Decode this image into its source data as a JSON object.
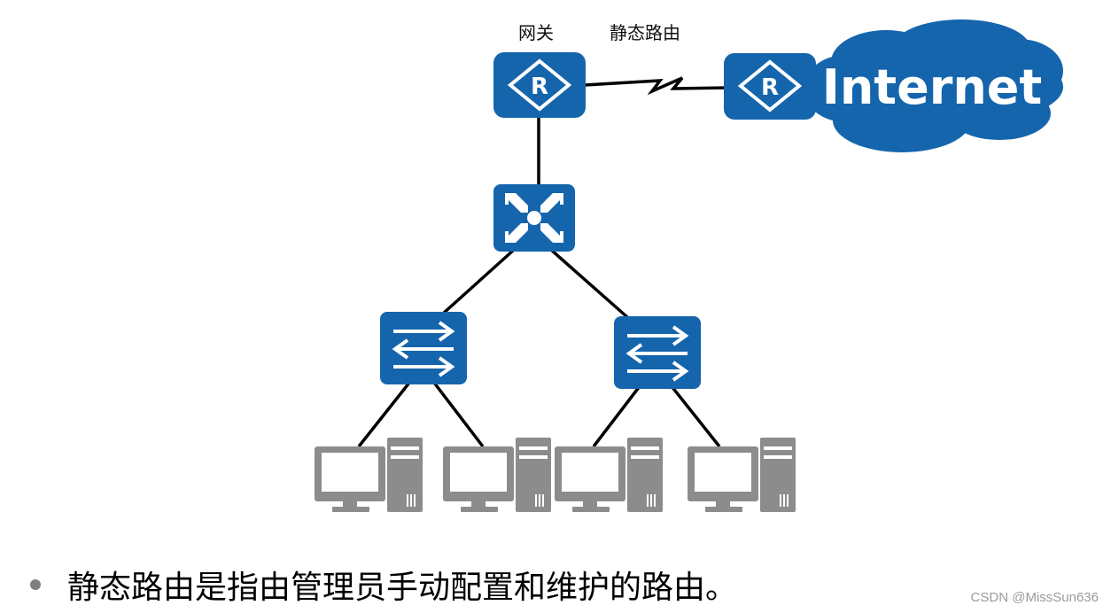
{
  "labels": {
    "gateway": "网关",
    "static_route": "静态路由"
  },
  "cloud": {
    "text": "Internet"
  },
  "devices": {
    "gateway_router": "router-icon",
    "isp_router": "router-icon",
    "core_switch": "l3-switch-icon",
    "access_switches": [
      "switch-icon",
      "switch-icon"
    ],
    "hosts": [
      "pc-icon",
      "pc-icon",
      "pc-icon",
      "pc-icon"
    ]
  },
  "bullet": {
    "text": "静态路由是指由管理员手动配置和维护的路由。"
  },
  "watermark": "CSDN @MissSun636",
  "colors": {
    "device_blue": "#1565ad",
    "pc_gray": "#8c8c8c",
    "line": "#000000",
    "bullet_gray": "#7f7f7f"
  }
}
